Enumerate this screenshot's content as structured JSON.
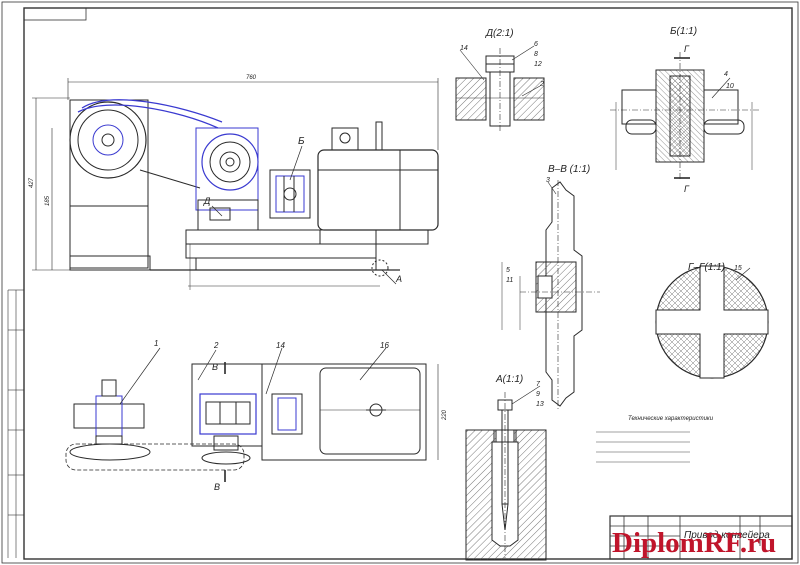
{
  "drawing": {
    "title": "Привод конвейера",
    "watermark": "DiplomRF.ru",
    "tech_notes_title": "Технические характеристики",
    "section_labels": {
      "d": "Д(2:1)",
      "b": "Б(1:1)",
      "vv": "В–В (1:1)",
      "gg": "Г–Г(1:1)",
      "a": "А(1:1)"
    },
    "callouts": {
      "view_b": "Б",
      "view_d": "Д",
      "view_a": "А",
      "cut_v_top": "В",
      "cut_v_bottom": "В",
      "cut_g_top": "Г",
      "cut_g_bottom": "Г",
      "pos_1": "1",
      "pos_2": "2",
      "pos_14": "14",
      "pos_16": "16",
      "pos_14_d": "14",
      "pos_6": "6",
      "pos_8": "8",
      "pos_12": "12",
      "pos_2_d": "2",
      "pos_4": "4",
      "pos_10": "10",
      "pos_3": "3",
      "pos_5": "5",
      "pos_11": "11",
      "pos_15": "15",
      "pos_7": "7",
      "pos_9": "9",
      "pos_13": "13"
    },
    "dimensions": {
      "overall_length": "760",
      "overall_height": "427",
      "height_inner": "185",
      "plan_width": "220"
    }
  },
  "colors": {
    "line": "#2a2a2a",
    "accent": "#3a3ad0",
    "hatch": "#555555",
    "watermark": "#c0152b"
  }
}
